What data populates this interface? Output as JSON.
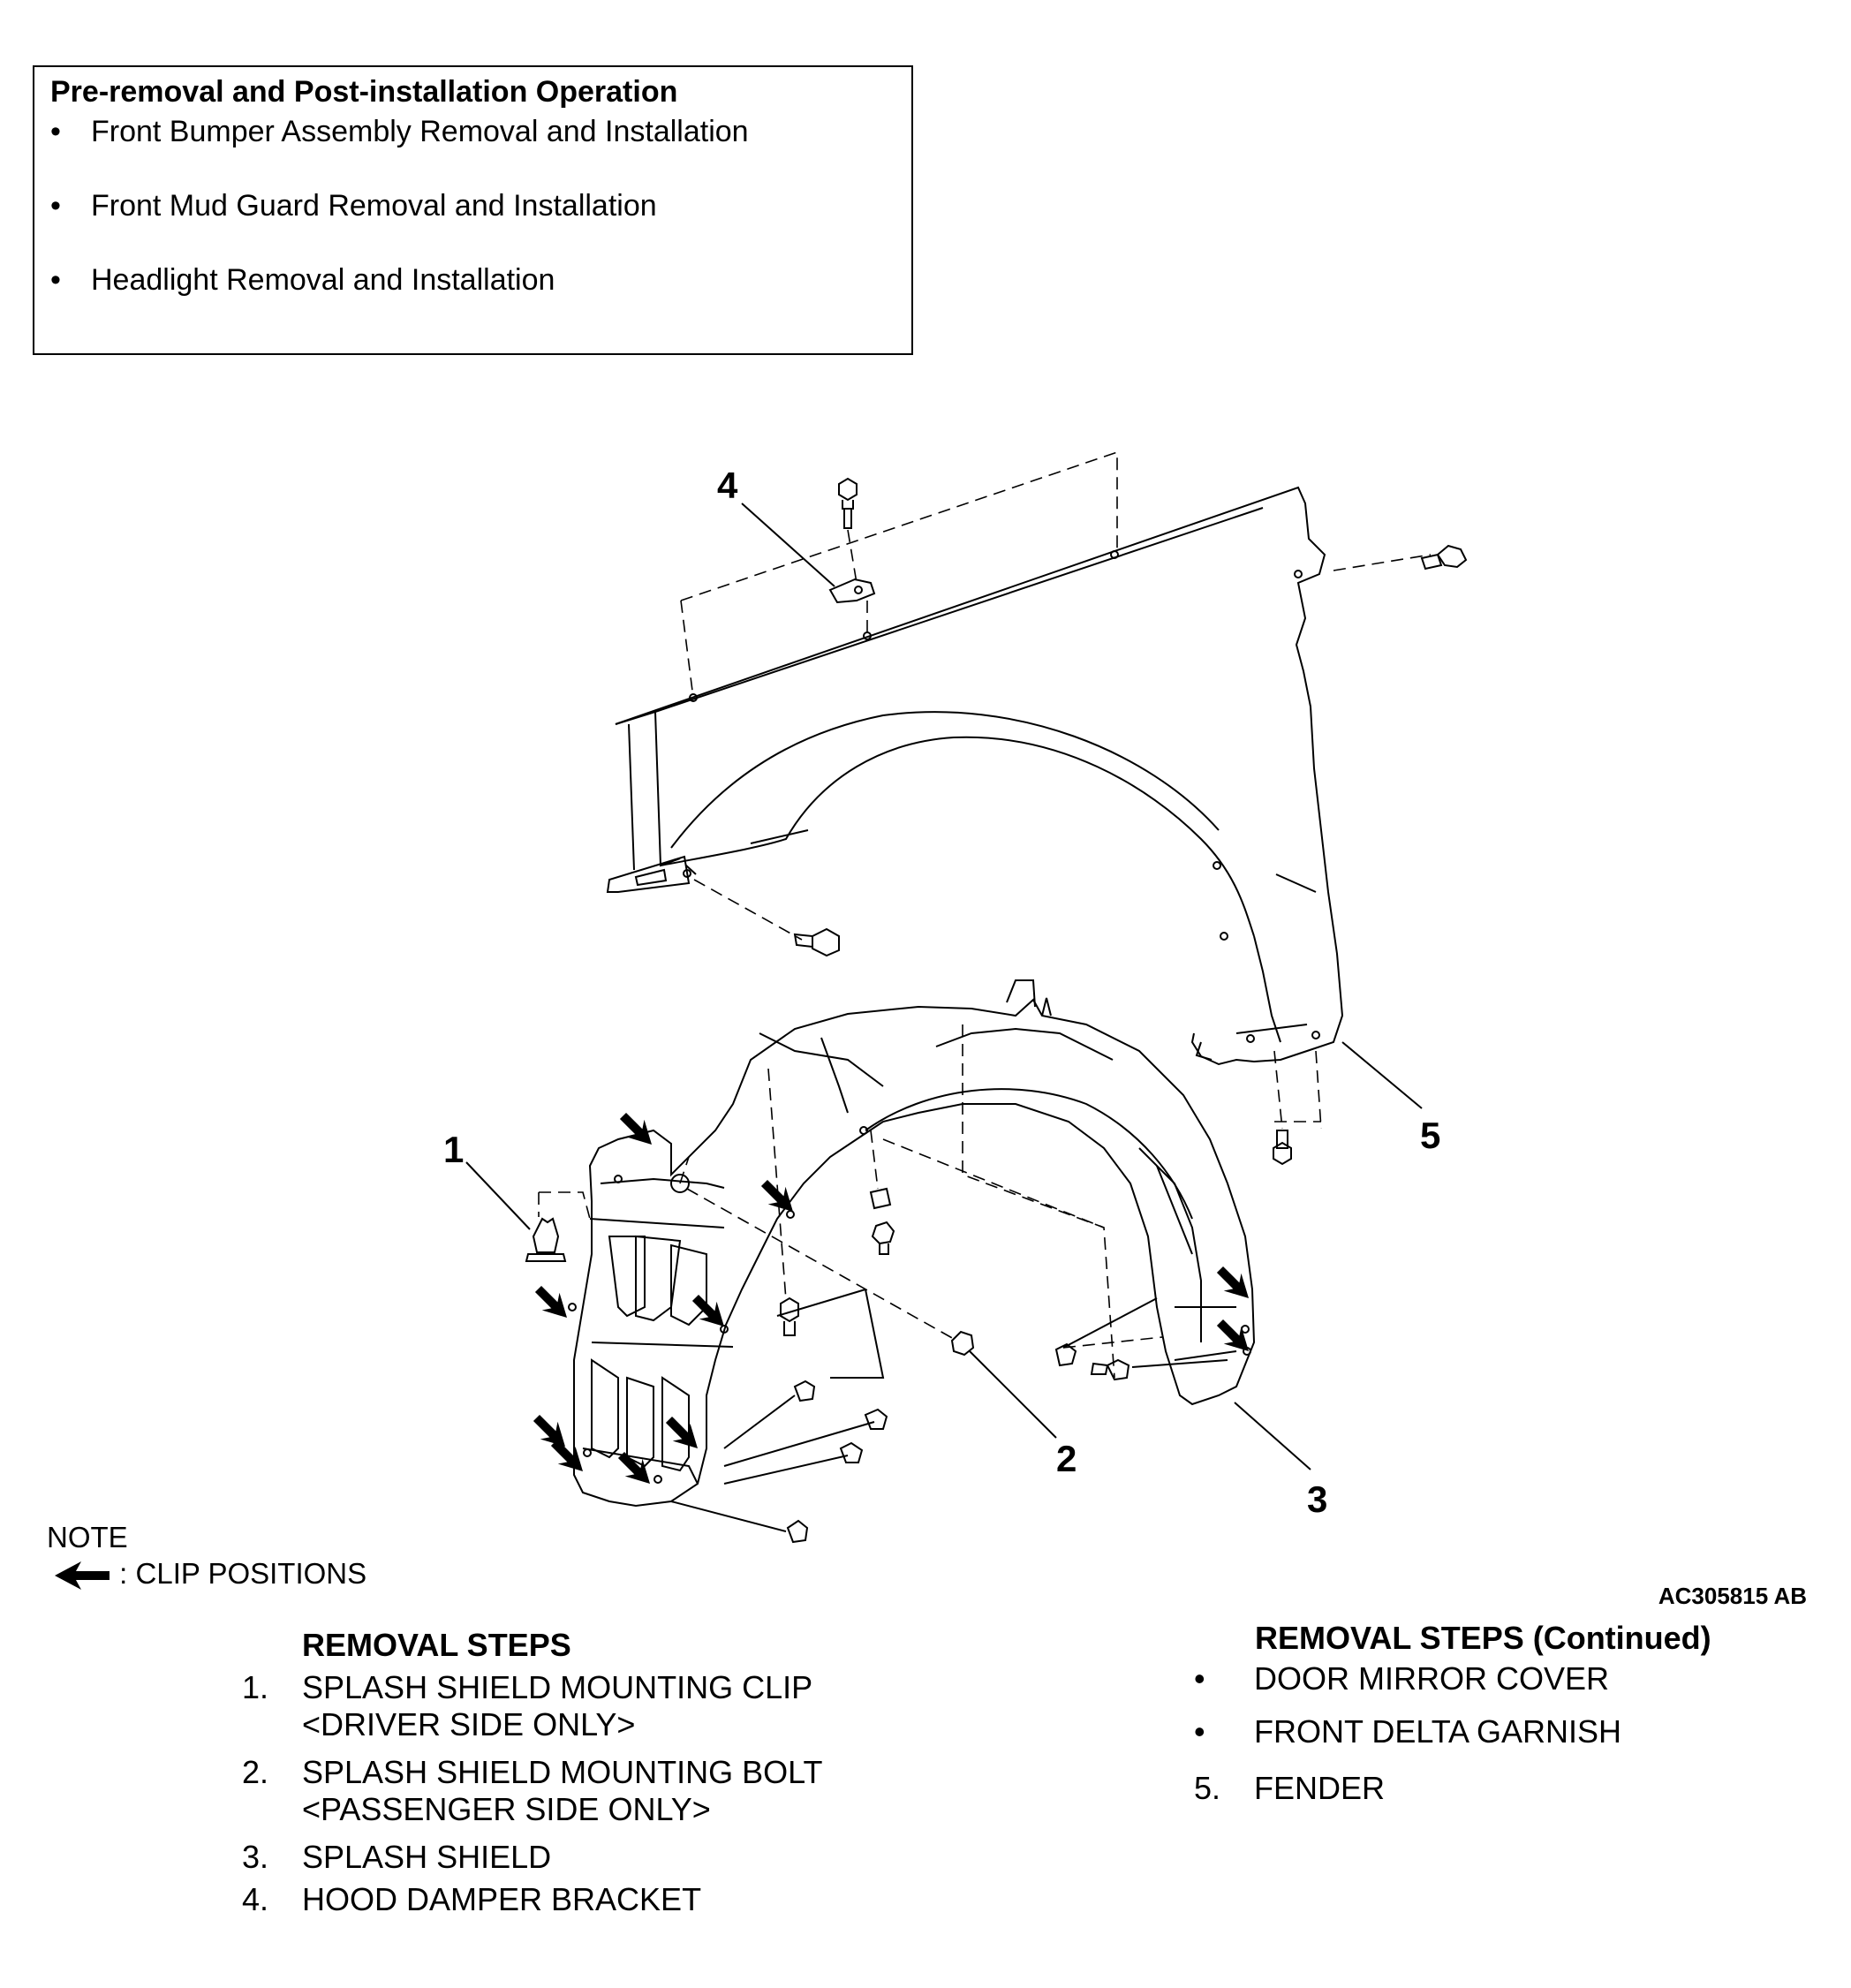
{
  "pre_operation": {
    "title": "Pre-removal and Post-installation Operation",
    "bullet": "•",
    "items": [
      "Front Bumper Assembly Removal and Installation",
      "Front Mud Guard Removal and Installation",
      "Headlight Removal and Installation"
    ]
  },
  "diagram": {
    "callouts": [
      "1",
      "2",
      "3",
      "4",
      "5"
    ],
    "reference_code": "AC305815 AB"
  },
  "note": {
    "label": "NOTE",
    "legend": ": CLIP POSITIONS"
  },
  "removal_steps": {
    "title": "REMOVAL STEPS",
    "steps": [
      {
        "num": "1.",
        "text": "SPLASH SHIELD MOUNTING CLIP",
        "sub": "<DRIVER SIDE ONLY>"
      },
      {
        "num": "2.",
        "text": "SPLASH SHIELD MOUNTING BOLT",
        "sub": "<PASSENGER SIDE ONLY>"
      },
      {
        "num": "3.",
        "text": "SPLASH SHIELD",
        "sub": ""
      },
      {
        "num": "4.",
        "text": "HOOD DAMPER BRACKET",
        "sub": ""
      }
    ]
  },
  "removal_steps_continued": {
    "title": "REMOVAL STEPS (Continued)",
    "steps": [
      {
        "num": "•",
        "text": "DOOR MIRROR COVER"
      },
      {
        "num": "•",
        "text": "FRONT DELTA GARNISH"
      },
      {
        "num": "5.",
        "text": "FENDER"
      }
    ]
  }
}
